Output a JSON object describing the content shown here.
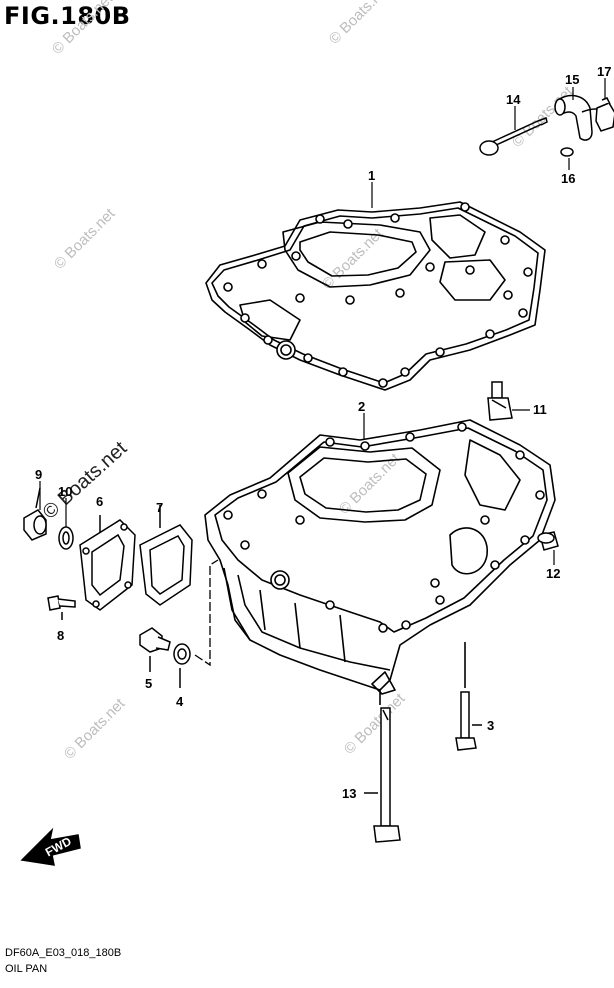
{
  "figure": {
    "title": "FIG.180B",
    "drawing_code": "DF60A_E03_018_180B",
    "drawing_name": "OIL PAN"
  },
  "watermarks": [
    "© Boats.net",
    "© Boats.net",
    "© Boats.net",
    "© Boats.net",
    "© Boats.net",
    "© Boats.net",
    "© Boats.net",
    "© Boats.net",
    "© Boats.net"
  ],
  "fwd_arrow": {
    "label": "FWD"
  },
  "callouts": [
    {
      "num": "1"
    },
    {
      "num": "2"
    },
    {
      "num": "3"
    },
    {
      "num": "4"
    },
    {
      "num": "5"
    },
    {
      "num": "6"
    },
    {
      "num": "7"
    },
    {
      "num": "8"
    },
    {
      "num": "9"
    },
    {
      "num": "10"
    },
    {
      "num": "11"
    },
    {
      "num": "12"
    },
    {
      "num": "13"
    },
    {
      "num": "14"
    },
    {
      "num": "15"
    },
    {
      "num": "16"
    },
    {
      "num": "17"
    }
  ],
  "colors": {
    "line": "#000000",
    "watermark": "#bdbdbd",
    "background": "#ffffff"
  }
}
